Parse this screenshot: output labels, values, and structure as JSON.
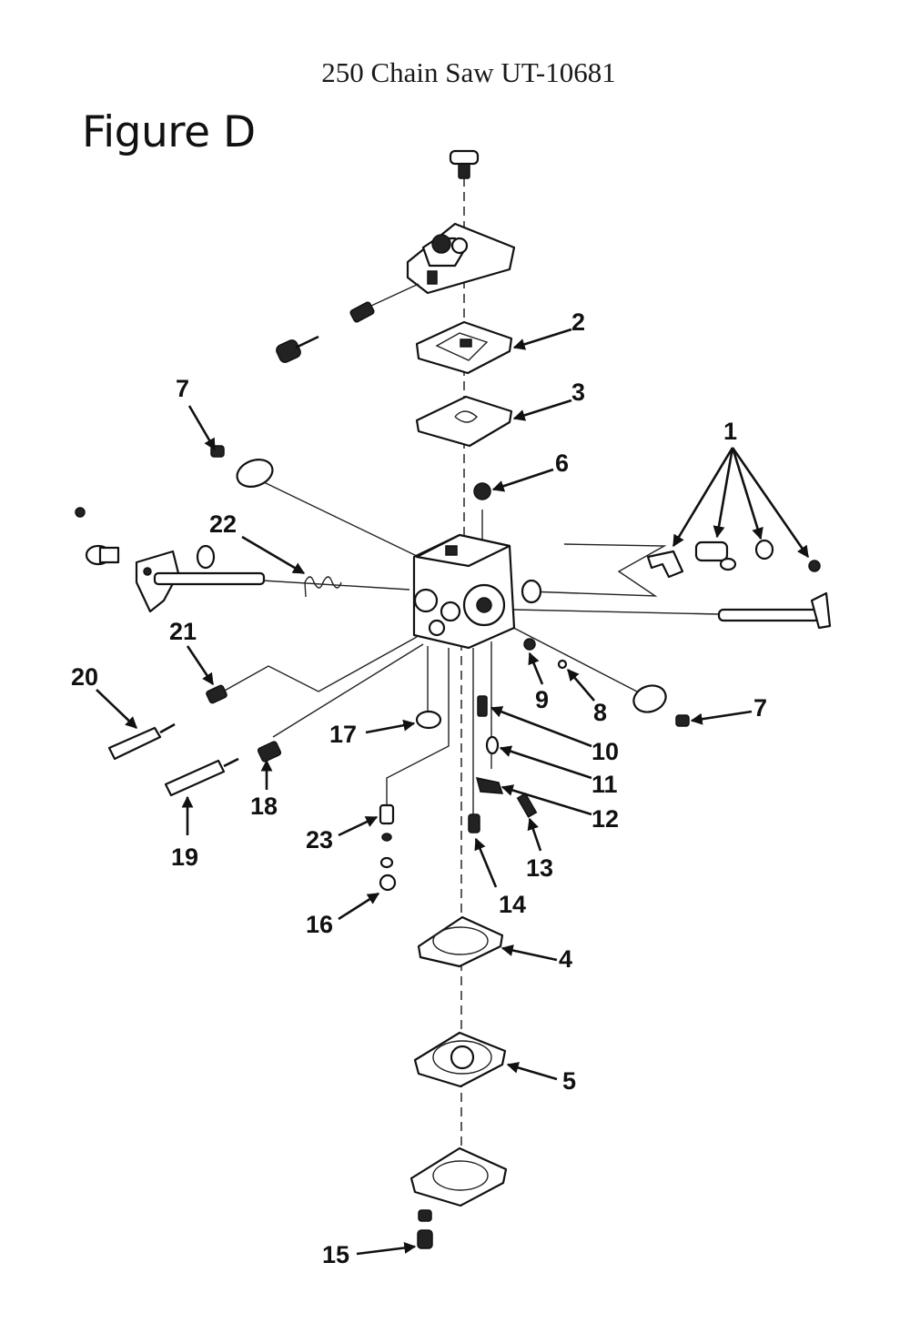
{
  "header": {
    "title": "250 Chain Saw UT-10681",
    "figure_label": "Figure D"
  },
  "callouts": {
    "p1": "1",
    "p2": "2",
    "p3": "3",
    "p4": "4",
    "p5": "5",
    "p6": "6",
    "p7a": "7",
    "p7b": "7",
    "p8": "8",
    "p9": "9",
    "p10": "10",
    "p11": "11",
    "p12": "12",
    "p13": "13",
    "p14": "14",
    "p15": "15",
    "p16": "16",
    "p17": "17",
    "p18": "18",
    "p19": "19",
    "p20": "20",
    "p21": "21",
    "p22": "22",
    "p23": "23"
  }
}
